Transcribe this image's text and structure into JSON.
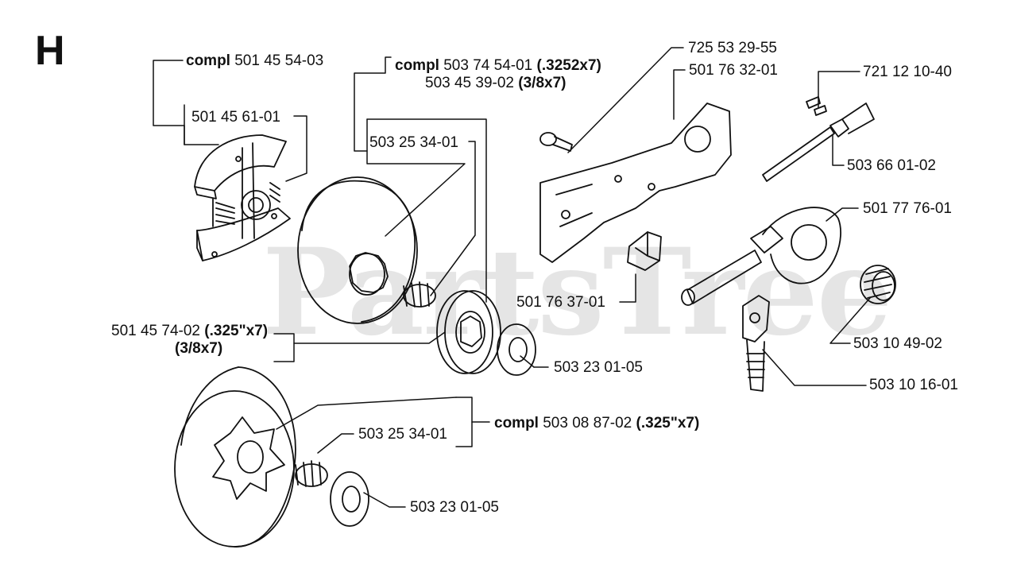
{
  "section_letter": "H",
  "watermark": "PartsTree",
  "callouts": {
    "clutch_compl": {
      "prefix": "compl",
      "part": "501 45 54-03"
    },
    "clutch_shoe": {
      "part": "501 45 61-01"
    },
    "drum_compl_a": {
      "prefix": "compl",
      "part": "503 74 54-01",
      "spec": "(.3252x7)"
    },
    "drum_compl_b": {
      "part": "503 45 39-02",
      "spec": "(3/8x7)"
    },
    "bearing_1": {
      "part": "503 25 34-01"
    },
    "rim_sprocket": {
      "part": "501 45 74-02",
      "spec": "(.325\"x7)",
      "spec2": "(3/8x7)"
    },
    "washer_1": {
      "part": "503 23 01-05"
    },
    "bolt": {
      "part": "725 53 29-55"
    },
    "guide_plate": {
      "part": "501 76 32-01"
    },
    "pin": {
      "part": "721 12 10-40"
    },
    "pump_shaft": {
      "part": "503 66 01-02"
    },
    "oil_pump": {
      "part": "501 77 76-01"
    },
    "guide_small": {
      "part": "501 76 37-01"
    },
    "worm": {
      "part": "503 10 49-02"
    },
    "pump_housing": {
      "part": "503 10 16-01"
    },
    "drum2_compl": {
      "prefix": "compl",
      "part": "503 08 87-02",
      "spec": "(.325\"x7)"
    },
    "bearing_2": {
      "part": "503 25 34-01"
    },
    "washer_2": {
      "part": "503 23 01-05"
    }
  }
}
